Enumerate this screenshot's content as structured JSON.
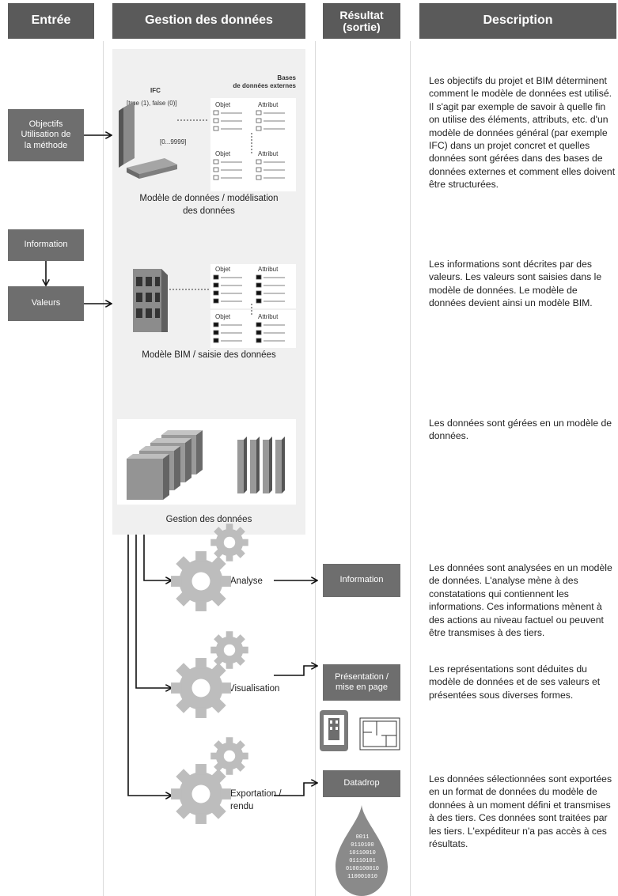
{
  "headers": {
    "entree": "Entrée",
    "gestion": "Gestion des données",
    "resultat": "Résultat\n(sortie)",
    "description": "Description"
  },
  "inputs": {
    "objectifs": "Objectifs\nUtilisation de\nla méthode",
    "information": "Information",
    "valeurs": "Valeurs"
  },
  "stage1": {
    "caption": "Modèle de données / modélisation\ndes données",
    "ifc": "IFC",
    "bases": "Bases\nde données externes",
    "bool": "[true (1), false (0)]",
    "range": "[0...9999]",
    "objet": "Objet",
    "attribut": "Attribut"
  },
  "stage2": {
    "caption": "Modèle BIM / saisie des données"
  },
  "stage3": {
    "caption": "Gestion des données"
  },
  "processes": {
    "analyse": "Analyse",
    "visualisation": "Visualisation",
    "exportation": "Exportation /\nrendu"
  },
  "outputs": {
    "information": "Information",
    "presentation": "Présentation /\nmise en page",
    "datadrop": "Datadrop"
  },
  "descriptions": {
    "d1": "Les objectifs du projet et BIM déterminent comment le modèle de données est utilisé. Il s'agit par exemple de savoir à quelle fin on utilise des éléments, attributs, etc. d'un modèle de données général (par exemple IFC) dans un projet concret et quelles données sont gérées dans des bases de données externes et comment elles doivent être structurées.",
    "d2": "Les informations sont décrites par des valeurs. Les valeurs sont saisies dans le modèle de données. Le modèle de données devient ainsi un modèle BIM.",
    "d3": "Les données sont gérées en un modèle de données.",
    "d4": "Les données sont analysées en un modèle de données. L'analyse mène à des constatations qui contiennent les informations. Ces informations mènent à des actions au niveau factuel ou peuvent être transmises à des tiers.",
    "d5": "Les représentations sont déduites du modèle de données et de ses valeurs et présentées sous diverses formes.",
    "d6": "Les données sélectionnées sont exportées en un format de données du modèle de données à un moment défini et transmises à des tiers. Ces données sont traitées par les tiers. L'expéditeur n'a pas accès à ces résultats."
  },
  "binary": [
    "0011",
    "0110100",
    "10110010",
    "01110101",
    "0100100010",
    "110001010"
  ]
}
